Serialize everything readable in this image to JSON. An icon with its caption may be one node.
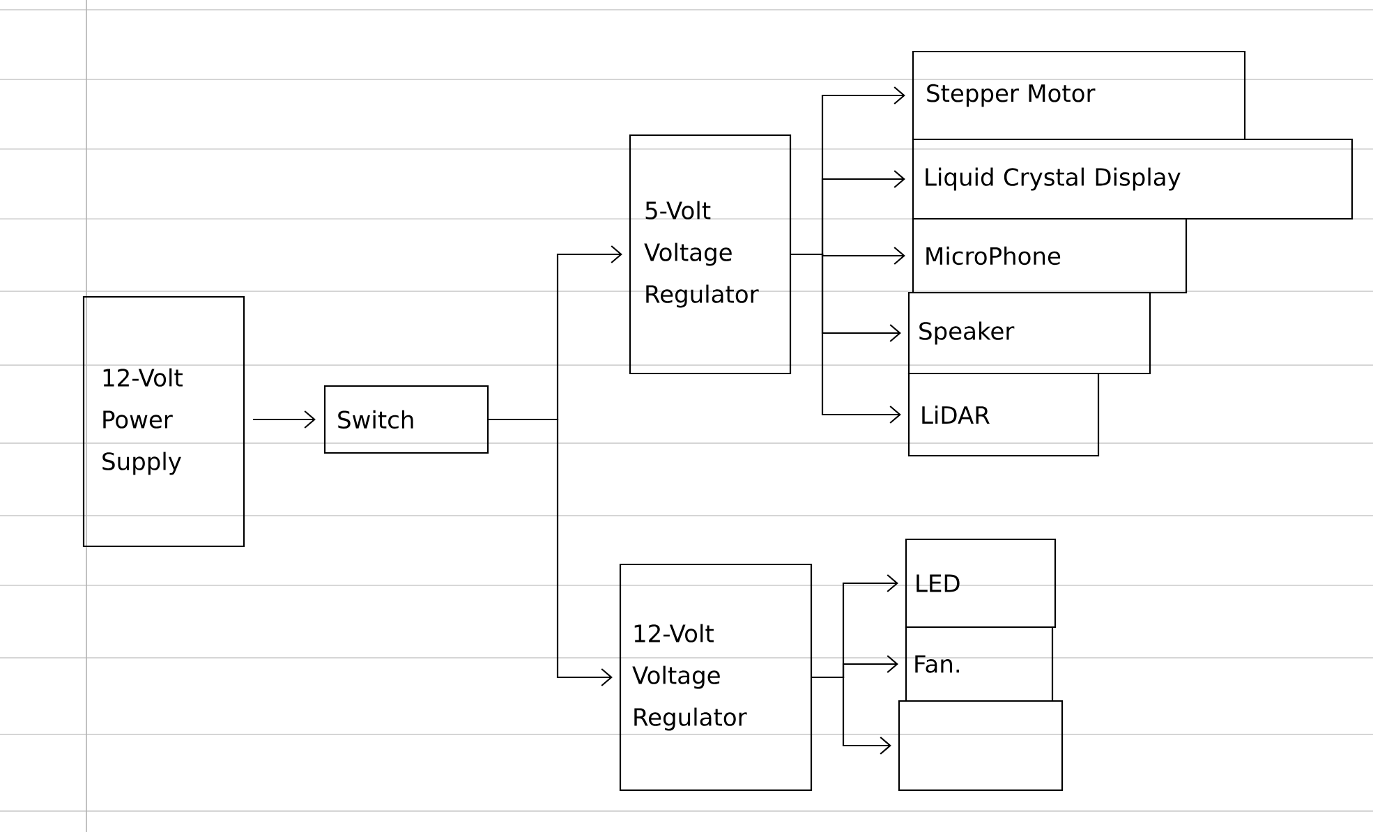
{
  "diagram": {
    "nodes": [
      {
        "text": [
          "12-Volt Power Supply"
        ]
      },
      {
        "text": [
          "Switch"
        ]
      },
      {
        "text": [
          "5-Volt Voltage Regulator"
        ]
      },
      {
        "text": [
          "12-Volt Voltage Regulator"
        ]
      },
      {
        "text": [
          "Stepper Motor"
        ]
      },
      {
        "text": [
          "Liquid Crystal Display"
        ]
      },
      {
        "text": [
          "MicroPhone"
        ]
      },
      {
        "text": [
          "Speaker"
        ]
      },
      {
        "text": [
          "LiDAR"
        ]
      },
      {
        "text": [
          "LED"
        ]
      },
      {
        "text": [
          "Fan."
        ]
      },
      {
        "text": [],
        "shape": "box"
      }
    ],
    "edges": [
      {
        "from": 0,
        "to": 1,
        "arrow": "to"
      },
      {
        "from": 1,
        "to": 2,
        "arrow": "to"
      },
      {
        "from": 1,
        "to": 3,
        "arrow": "to"
      },
      {
        "from": 2,
        "to": 4,
        "arrow": "to"
      },
      {
        "from": 2,
        "to": 5,
        "arrow": "to"
      },
      {
        "from": 2,
        "to": 6,
        "arrow": "to"
      },
      {
        "from": 2,
        "to": 7,
        "arrow": "to"
      },
      {
        "from": 2,
        "to": 8,
        "arrow": "to"
      },
      {
        "from": 3,
        "to": 9,
        "arrow": "to"
      },
      {
        "from": 3,
        "to": 10,
        "arrow": "to"
      },
      {
        "from": 3,
        "to": 11,
        "arrow": "to"
      }
    ]
  }
}
